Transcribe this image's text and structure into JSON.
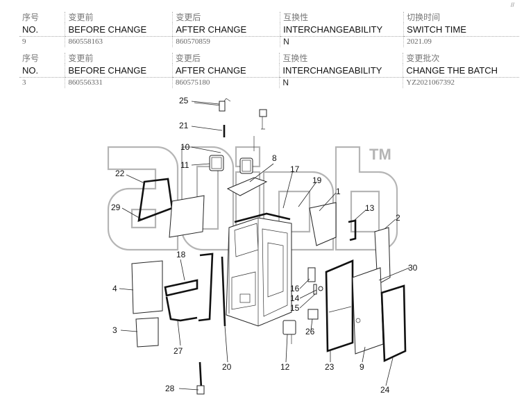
{
  "tables": [
    {
      "cn_headers": [
        "序号",
        "变更前",
        "变更后",
        "互换性",
        "切换时间"
      ],
      "en_headers": [
        "NO.",
        "BEFORE CHANGE",
        "AFTER CHANGE",
        "INTERCHANGEABILITY",
        "SWITCH TIME"
      ],
      "row": [
        "9",
        "860558163",
        "860570859",
        "N",
        "2021.09"
      ]
    },
    {
      "cn_headers": [
        "序号",
        "变更前",
        "变更后",
        "互换性",
        "变更批次"
      ],
      "en_headers": [
        "NO.",
        "BEFORE CHANGE",
        "AFTER CHANGE",
        "INTERCHANGEABILITY",
        "CHANGE THE BATCH"
      ],
      "row": [
        "3",
        "860556331",
        "860575180",
        "N",
        "YZ2021067392"
      ]
    }
  ],
  "corner_mark": "//",
  "watermark": {
    "text": "diiib",
    "trademark": "TM",
    "color": "#b5b5b5"
  },
  "callouts": [
    "25",
    "21",
    "10",
    "11",
    "22",
    "8",
    "17",
    "19",
    "1",
    "13",
    "2",
    "29",
    "18",
    "4",
    "16",
    "14",
    "15",
    "30",
    "3",
    "26",
    "27",
    "20",
    "12",
    "23",
    "9",
    "24",
    "28"
  ]
}
